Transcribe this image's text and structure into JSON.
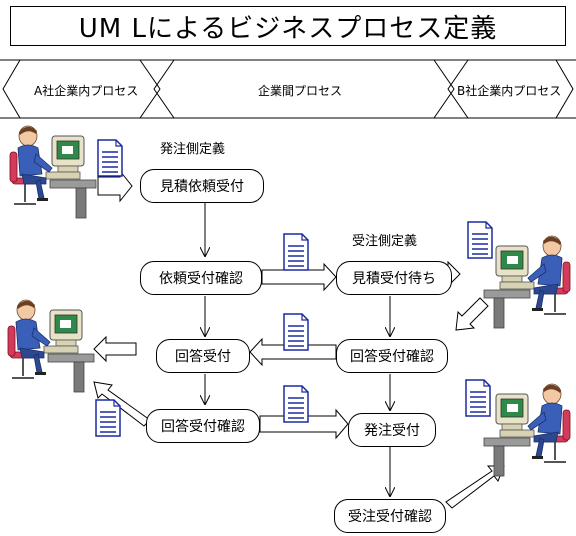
{
  "title": "UM Lによるビジネスプロセス定義",
  "lanes": {
    "left": "A社企業内プロセス",
    "center": "企業間プロセス",
    "right": "B社企業内プロセス"
  },
  "section_labels": {
    "order_side": "発注側定義",
    "receive_side": "受注側定義"
  },
  "nodes": {
    "estimate_request_receive": "見積依頼受付",
    "request_receive_confirm": "依頼受付確認",
    "estimate_receive_wait": "見積受付待ち",
    "answer_receive": "回答受付",
    "answer_receive_confirm_right": "回答受付確認",
    "answer_receive_confirm_left": "回答受付確認",
    "order_receive": "発注受付",
    "order_receipt_confirm": "受注受付確認"
  }
}
